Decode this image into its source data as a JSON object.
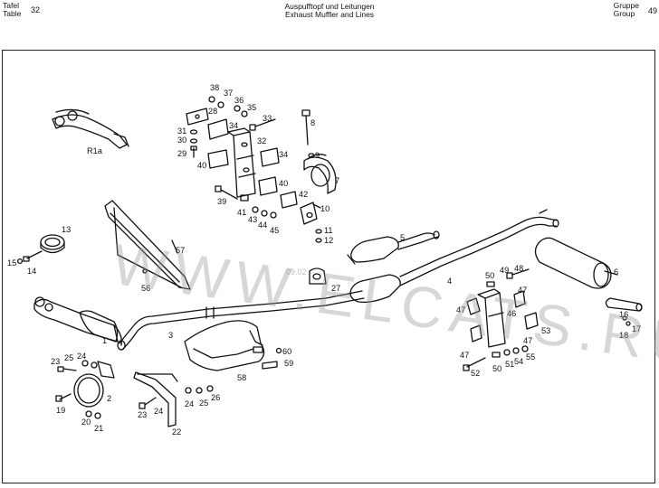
{
  "header": {
    "tafel": "Tafel",
    "table": "Table",
    "table_number": "32",
    "title_de": "Auspufftopf und Leitungen",
    "title_en": "Exhaust Muffler and Lines",
    "gruppe": "Gruppe",
    "group": "Group",
    "group_number": "49"
  },
  "watermark": {
    "text": "WWW.ELCATS.RU",
    "small": "09.02"
  },
  "labels": [
    {
      "id": "38",
      "t": "38"
    },
    {
      "id": "37",
      "t": "37"
    },
    {
      "id": "36",
      "t": "36"
    },
    {
      "id": "28",
      "t": "28"
    },
    {
      "id": "35",
      "t": "35"
    },
    {
      "id": "33",
      "t": "33"
    },
    {
      "id": "34a",
      "t": "34"
    },
    {
      "id": "31",
      "t": "31"
    },
    {
      "id": "30",
      "t": "30"
    },
    {
      "id": "29",
      "t": "29"
    },
    {
      "id": "32",
      "t": "32"
    },
    {
      "id": "34b",
      "t": "34"
    },
    {
      "id": "40a",
      "t": "40"
    },
    {
      "id": "8",
      "t": "8"
    },
    {
      "id": "9",
      "t": "9"
    },
    {
      "id": "7",
      "t": "7"
    },
    {
      "id": "40b",
      "t": "40"
    },
    {
      "id": "42",
      "t": "42"
    },
    {
      "id": "39",
      "t": "39"
    },
    {
      "id": "41",
      "t": "41"
    },
    {
      "id": "43",
      "t": "43"
    },
    {
      "id": "44",
      "t": "44"
    },
    {
      "id": "45",
      "t": "45"
    },
    {
      "id": "10",
      "t": "10"
    },
    {
      "id": "11",
      "t": "11"
    },
    {
      "id": "12",
      "t": "12"
    },
    {
      "id": "R1a",
      "t": "R1a"
    },
    {
      "id": "13",
      "t": "13"
    },
    {
      "id": "15",
      "t": "15"
    },
    {
      "id": "14",
      "t": "14"
    },
    {
      "id": "57",
      "t": "57"
    },
    {
      "id": "56",
      "t": "56"
    },
    {
      "id": "5",
      "t": "5"
    },
    {
      "id": "27",
      "t": "27"
    },
    {
      "id": "4",
      "t": "4"
    },
    {
      "id": "6",
      "t": "6"
    },
    {
      "id": "50a",
      "t": "50"
    },
    {
      "id": "49",
      "t": "49"
    },
    {
      "id": "48",
      "t": "48"
    },
    {
      "id": "47a",
      "t": "47"
    },
    {
      "id": "47b",
      "t": "47"
    },
    {
      "id": "46",
      "t": "46"
    },
    {
      "id": "53",
      "t": "53"
    },
    {
      "id": "47c",
      "t": "47"
    },
    {
      "id": "47d",
      "t": "47"
    },
    {
      "id": "1",
      "t": "1"
    },
    {
      "id": "3",
      "t": "3"
    },
    {
      "id": "16",
      "t": "16"
    },
    {
      "id": "17",
      "t": "17"
    },
    {
      "id": "18",
      "t": "18"
    },
    {
      "id": "60",
      "t": "60"
    },
    {
      "id": "59",
      "t": "59"
    },
    {
      "id": "23a",
      "t": "23"
    },
    {
      "id": "25a",
      "t": "25"
    },
    {
      "id": "24a",
      "t": "24"
    },
    {
      "id": "58",
      "t": "58"
    },
    {
      "id": "2",
      "t": "2"
    },
    {
      "id": "19",
      "t": "19"
    },
    {
      "id": "20",
      "t": "20"
    },
    {
      "id": "21",
      "t": "21"
    },
    {
      "id": "23b",
      "t": "23"
    },
    {
      "id": "24b",
      "t": "24"
    },
    {
      "id": "24c",
      "t": "24"
    },
    {
      "id": "25b",
      "t": "25"
    },
    {
      "id": "26",
      "t": "26"
    },
    {
      "id": "22",
      "t": "22"
    },
    {
      "id": "52",
      "t": "52"
    },
    {
      "id": "50b",
      "t": "50"
    },
    {
      "id": "51",
      "t": "51"
    },
    {
      "id": "54",
      "t": "54"
    },
    {
      "id": "55",
      "t": "55"
    }
  ]
}
